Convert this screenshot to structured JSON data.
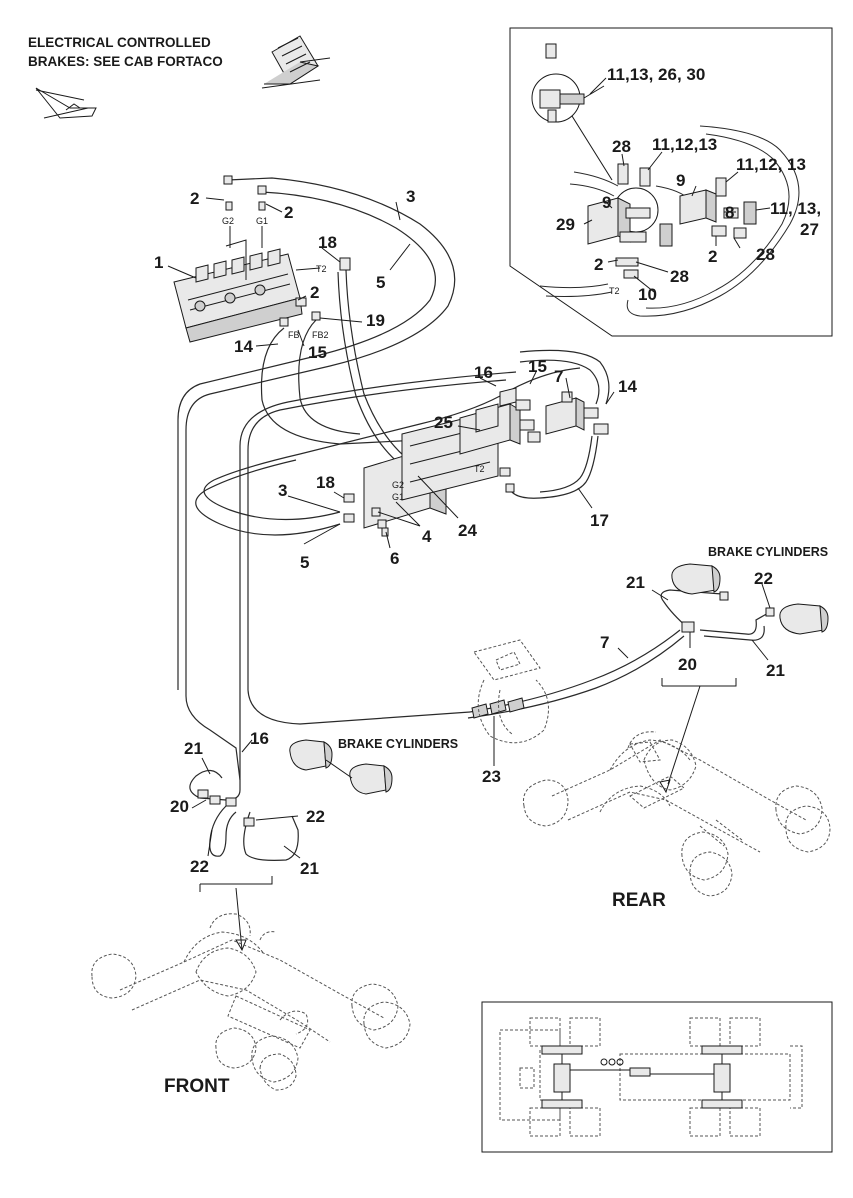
{
  "notes": {
    "line1": "ELECTRICAL CONTROLLED",
    "line2": "BRAKES: SEE CAB FORTACO"
  },
  "captions": {
    "brake_cylinders_rear": "BRAKE CYLINDERS",
    "brake_cylinders_front": "BRAKE CYLINDERS",
    "rear": "REAR",
    "front": "FRONT"
  },
  "inset_callouts": {
    "c1": "11,13, 26, 30",
    "c2": "28",
    "c3": "11,12,13",
    "c4": "11,12, 13",
    "c5": "9",
    "c6": "9",
    "c7": "29",
    "c8": "8",
    "c9": "11, 13,",
    "c10": "27",
    "c11": "2",
    "c12": "28",
    "c13": "2",
    "c14": "28",
    "c15": "T2",
    "c16": "10"
  },
  "main_callouts": {
    "n1": "1",
    "n2a": "2",
    "n2b": "2",
    "n2c": "2",
    "n3a": "3",
    "n5a": "5",
    "n18a": "18",
    "n19": "19",
    "n14a": "14",
    "n15a": "15",
    "n16a": "16",
    "n15b": "15",
    "n7a": "7",
    "n14b": "14",
    "n25": "25",
    "n3b": "3",
    "n18b": "18",
    "n5b": "5",
    "n6": "6",
    "n4": "4",
    "n24": "24",
    "n17": "17",
    "n21a": "21",
    "n22a": "22",
    "n7b": "7",
    "n20a": "20",
    "n21b": "21",
    "n23": "23",
    "n21c": "21",
    "n16b": "16",
    "n20b": "20",
    "n22b": "22",
    "n22c": "22",
    "n21d": "21"
  },
  "port_labels": {
    "g2_top": "G2",
    "g1_top": "G1",
    "t2_top": "T2",
    "fb": "FB",
    "fb2": "FB2",
    "g2_mid": "G2",
    "g1_mid": "G1",
    "t2_mid": "T2"
  }
}
